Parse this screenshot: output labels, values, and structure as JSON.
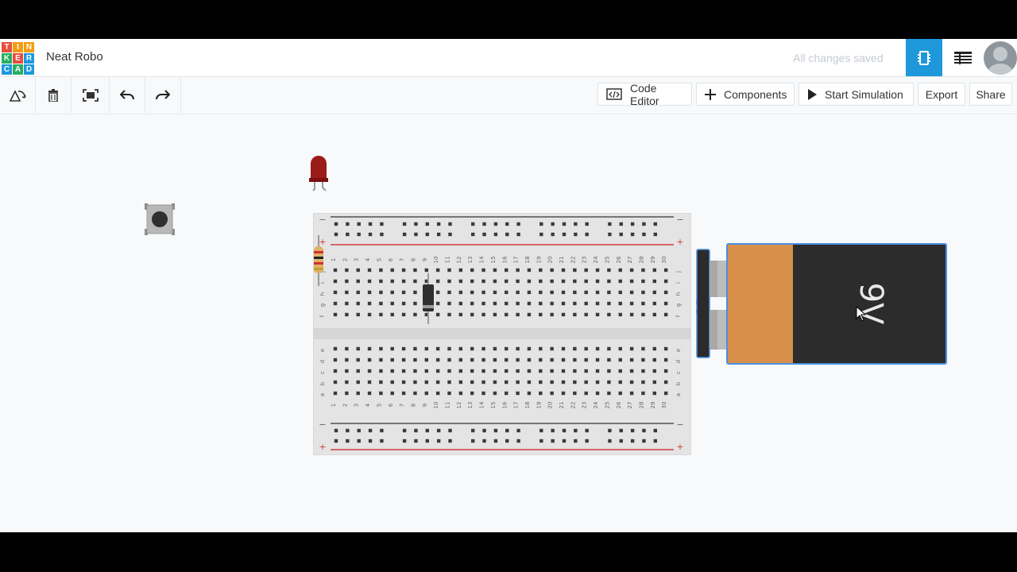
{
  "app": {
    "title": "Neat Robo",
    "save_status": "All changes saved",
    "logo_letters": [
      "T",
      "I",
      "N",
      "K",
      "E",
      "R",
      "C",
      "A",
      "D"
    ],
    "logo_colors": [
      "#e74c3c",
      "#f39c12",
      "#f39c12",
      "#27ae60",
      "#e74c3c",
      "#1e98db",
      "#1e98db",
      "#27ae60",
      "#1e98db"
    ]
  },
  "header": {
    "circuit_view_icon": "circuit-icon",
    "component_list_icon": "list-icon",
    "accent": "#1e98db"
  },
  "toolbar": {
    "tools": [
      "rotate-icon",
      "delete-icon",
      "fit-view-icon",
      "undo-icon",
      "redo-icon"
    ],
    "code_editor": "Code Editor",
    "components": "Components",
    "start_simulation": "Start Simulation",
    "export": "Export",
    "share": "Share"
  },
  "breadboard": {
    "rows_top": [
      "j",
      "i",
      "h",
      "g",
      "f"
    ],
    "rows_bottom": [
      "e",
      "d",
      "c",
      "b",
      "a"
    ],
    "columns": 30,
    "plus": "+",
    "minus": "−"
  },
  "battery": {
    "label": "9V"
  }
}
